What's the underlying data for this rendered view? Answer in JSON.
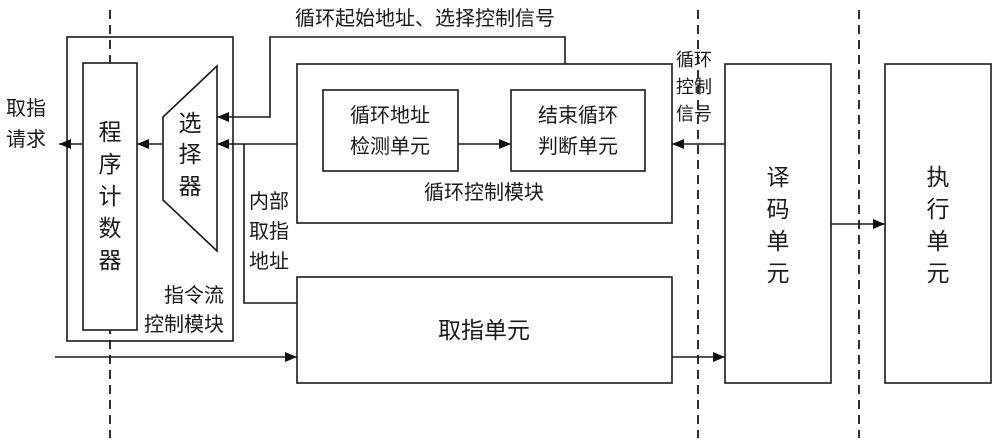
{
  "diagram": {
    "external": {
      "fetch_request": [
        "取指",
        "请求"
      ]
    },
    "instruction_flow_module": {
      "label": [
        "指令流",
        "控制模块"
      ],
      "program_counter": [
        "程",
        "序",
        "计",
        "数",
        "器"
      ],
      "selector": [
        "选",
        "择",
        "器"
      ]
    },
    "loop_control_module": {
      "label": "循环控制模块",
      "address_detect_unit": [
        "循环地址",
        "检测单元"
      ],
      "end_loop_judge_unit": [
        "结束循环",
        "判断单元"
      ]
    },
    "signals": {
      "loop_start_and_select": "循环起始地址、选择控制信号",
      "internal_fetch_address": [
        "内部",
        "取指",
        "地址"
      ],
      "loop_control_signal": [
        "循环",
        "控制",
        "信号"
      ]
    },
    "fetch_unit": {
      "label": "取指单元"
    },
    "decode_unit": {
      "label": [
        "译",
        "码",
        "单",
        "元"
      ]
    },
    "execute_unit": {
      "label": [
        "执",
        "行",
        "单",
        "元"
      ]
    }
  }
}
